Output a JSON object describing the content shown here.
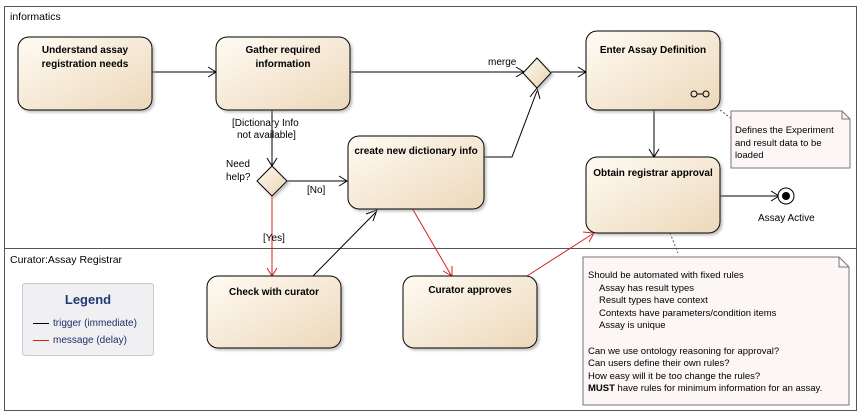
{
  "partitions": {
    "top": "informatics",
    "bottom": "Curator:Assay Registrar"
  },
  "activities": {
    "understand": [
      "Understand assay",
      "registration needs"
    ],
    "gather": [
      "Gather required",
      "information"
    ],
    "enter": [
      "Enter Assay Definition"
    ],
    "create": [
      "create new dictionary info"
    ],
    "obtain": [
      "Obtain registrar approval"
    ],
    "check": [
      "Check with curator"
    ],
    "approves": [
      "Curator approves"
    ]
  },
  "labels": {
    "merge": "merge",
    "dictionary_guard_1": "[Dictionary Info",
    "dictionary_guard_2": "not available]",
    "need_help_1": "Need",
    "need_help_2": "help?",
    "no": "[No]",
    "yes": "[Yes]",
    "final": "Assay Active"
  },
  "notes": {
    "definition": [
      "Defines the Experiment",
      "and result data to be",
      "loaded"
    ],
    "rules": [
      {
        "text": "Should be automated with fixed rules",
        "indent": false
      },
      {
        "text": "Assay has result types",
        "indent": true
      },
      {
        "text": "Result types have context",
        "indent": true
      },
      {
        "text": "Contexts have parameters/condition items",
        "indent": true
      },
      {
        "text": "Assay is unique",
        "indent": true
      },
      {
        "text": "",
        "indent": false
      },
      {
        "text": "Can we use ontology reasoning for approval?",
        "indent": false
      },
      {
        "text": "Can users define their own rules?",
        "indent": false
      },
      {
        "text": "How easy will it be too change the rules?",
        "indent": false
      }
    ],
    "rules_last_bold": "MUST",
    "rules_last_rest": " have rules for minimum information for an assay."
  },
  "legend": {
    "title": "Legend",
    "trigger": "trigger (immediate)",
    "message": "message (delay)"
  },
  "colors": {
    "node_fill_light": "#fffaf0",
    "node_fill_dark": "#eedcc0",
    "trigger": "#000000",
    "message": "#d62020",
    "note_fill": "#fcf6f6"
  }
}
